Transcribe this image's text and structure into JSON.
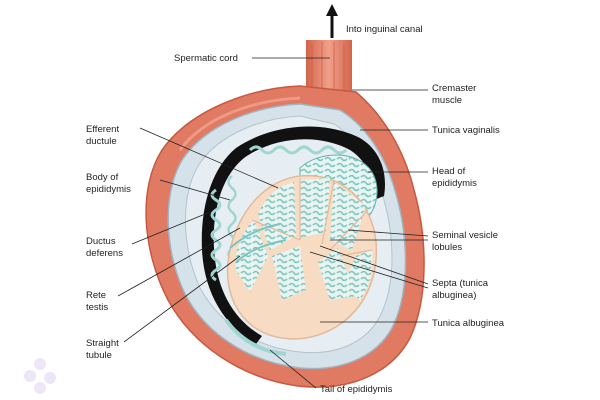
{
  "diagram": {
    "labels": {
      "into_inguinal_canal": "Into inguinal canal",
      "spermatic_cord": "Spermatic cord",
      "cremaster_muscle": [
        "Cremaster",
        "muscle"
      ],
      "tunica_vaginalis": "Tunica vaginalis",
      "head_of_epididymis": [
        "Head of",
        "epididymis"
      ],
      "efferent_ductule": [
        "Efferent",
        "ductule"
      ],
      "body_of_epididymis": [
        "Body of",
        "epididymis"
      ],
      "ductus_deferens": [
        "Ductus",
        "deferens"
      ],
      "seminal_vesicle_lobules": [
        "Seminal vesicle",
        "lobules"
      ],
      "septa": [
        "Septa (tunica",
        "albuginea)"
      ],
      "rete_testis": [
        "Rete",
        "testis"
      ],
      "tunica_albuginea": "Tunica albuginea",
      "straight_tubule": [
        "Straight",
        "tubule"
      ],
      "tail_of_epididymis": "Tail of epididymis"
    },
    "colors": {
      "muscle": "#e07a62",
      "muscle_dark": "#c9583f",
      "vaginalis": "#d6e2ea",
      "ductus": "#111111",
      "tubule": "#9fd6d2",
      "testis": "#f7dcc3",
      "leader": "#222222"
    }
  }
}
